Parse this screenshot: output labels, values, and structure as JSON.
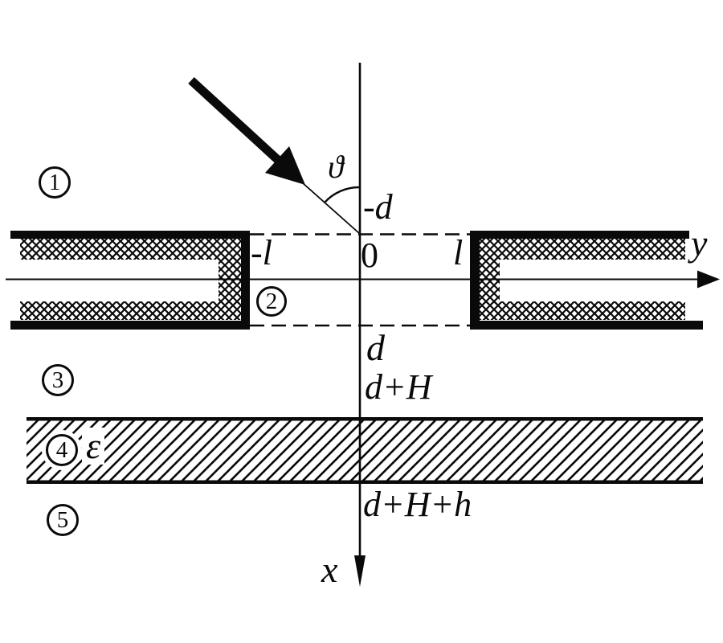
{
  "figure": {
    "kind": "physics-diagram",
    "description_visible_only": "layered structure cross-section with incident ray"
  },
  "colors": {
    "ink": "#0a0a0a",
    "background": "#ffffff"
  },
  "axes": {
    "x_label": "x",
    "y_label": "y",
    "origin_label": "0"
  },
  "labels": {
    "theta": "ϑ",
    "minus_d": "-d",
    "minus_l": "-l",
    "plus_l": "l",
    "d": "d",
    "d_plus_H": "d+H",
    "d_plus_H_plus_h": "d+H+h",
    "epsilon": "ε"
  },
  "regions": {
    "r1": "1",
    "r2": "2",
    "r3": "3",
    "r4": "4",
    "r5": "5"
  }
}
